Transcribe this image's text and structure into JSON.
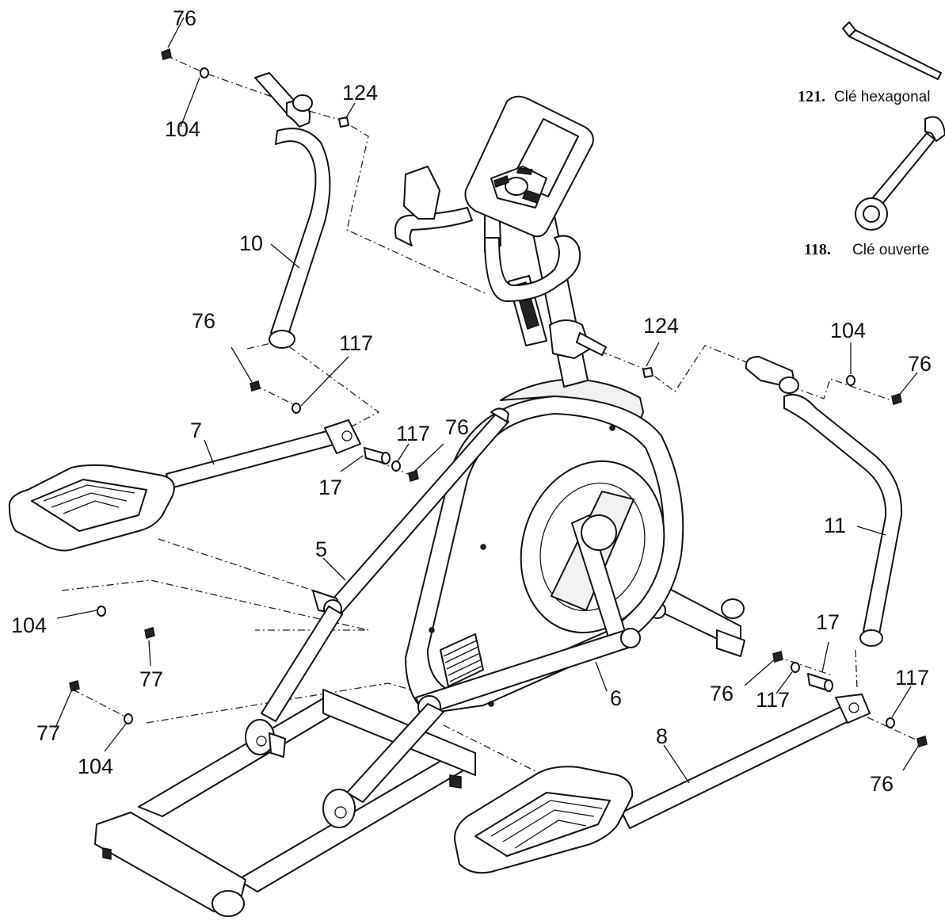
{
  "labels": {
    "p76_a": "76",
    "p104_a": "104",
    "p124_a": "124",
    "p10": "10",
    "p76_b": "76",
    "p117_a": "117",
    "p7": "7",
    "p117_b": "117",
    "p76_c": "76",
    "p17_a": "17",
    "p5": "5",
    "p104_b": "104",
    "p77_a": "77",
    "p77_b": "77",
    "p104_c": "104",
    "p6": "6",
    "p124_b": "124",
    "p104_d": "104",
    "p76_d": "76",
    "p11": "11",
    "p17_b": "17",
    "p76_e": "76",
    "p117_c": "117",
    "p117_d": "117",
    "p8": "8",
    "p76_f": "76"
  },
  "tools": [
    {
      "number": "121.",
      "name": "Clé hexagonal",
      "icon": "hex-key-icon"
    },
    {
      "number": "118.",
      "name": "Clé ouverte",
      "icon": "open-wrench-icon"
    }
  ]
}
